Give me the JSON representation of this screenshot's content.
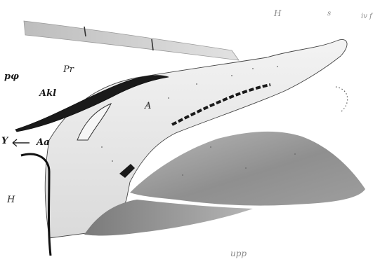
{
  "labels": {
    "H_top": "H",
    "top_small": "s",
    "top_right": "iv f",
    "p_phi": "pφ",
    "Pr": "Pr",
    "Akl": "Akl",
    "A": "A",
    "arrow_label": "Y",
    "Aa": "Aa",
    "H_left": "H",
    "bottom": "upp"
  },
  "colors": {
    "ink": "#1a1a1a",
    "tissue_light": "#d9d9d9",
    "tissue_dark": "#8c8c8c",
    "background": "#ffffff"
  }
}
